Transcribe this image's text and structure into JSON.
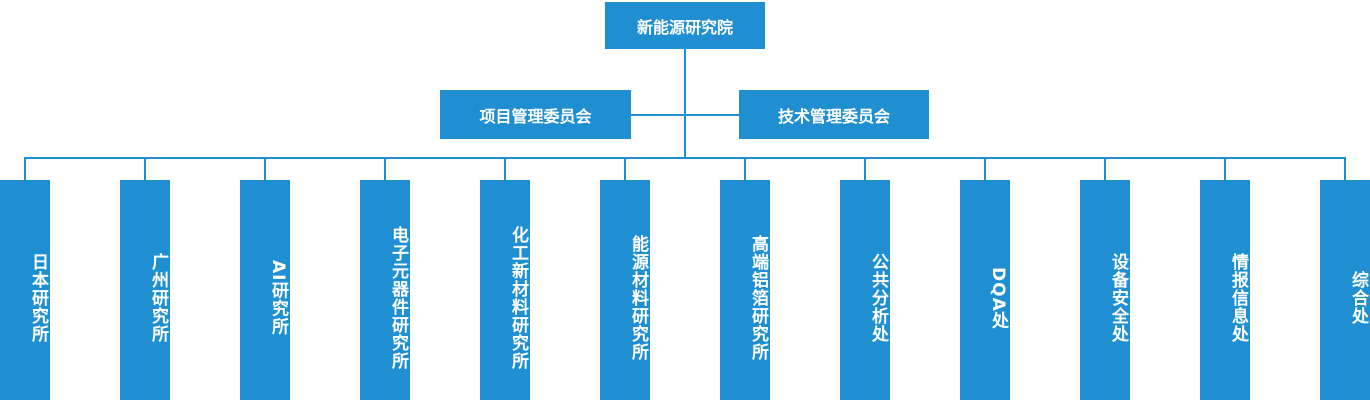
{
  "org": {
    "root": "新能源研究院",
    "committees": [
      "项目管理委员会",
      "技术管理委员会"
    ],
    "units": [
      "日本研究所",
      "广州研究所",
      "AI研究所",
      "电子元器件研究所",
      "化工新材料研究所",
      "能源材料研究所",
      "高端铝箔研究所",
      "公共分析处",
      "DQA处",
      "设备安全处",
      "情报信息处",
      "综合处"
    ]
  },
  "colors": {
    "box": "#1f8fd1",
    "line": "#1f8fd1",
    "text": "#ffffff"
  }
}
